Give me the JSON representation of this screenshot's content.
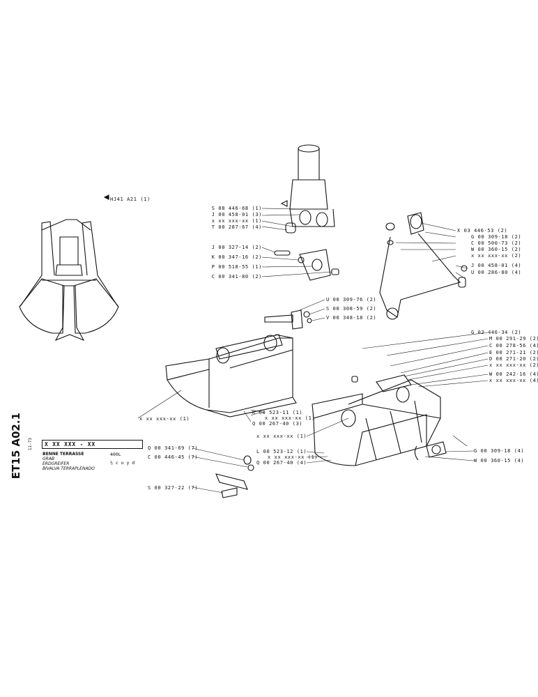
{
  "sheet": {
    "code": "ET15 A02.1",
    "date": "11-73",
    "part_number": "X XX XXX - XX",
    "names": [
      "BENNE TERRASSE",
      "GRAB",
      "ERDGREIFER",
      "BIVALVA TERRAPLENADO"
    ],
    "capacity": "400L",
    "size": "½ c u y d"
  },
  "ref_label": "HJ41 A21 (1)",
  "labels_top": [
    "S 08  446-68 (1)",
    "J 00  458-01 (3)",
    "x xx  xxx-xx (1)",
    "T 00  287-67 (4)"
  ],
  "labels_mid": [
    "J 00  327-14 (2)",
    "K 00  347-16 (2)",
    "P 00  518-55 (1)",
    "C 00  341-80 (2)"
  ],
  "labels_right": [
    "X 03  446-53 (2)",
    "G 00  309-18 (2)",
    "C 00  500-73 (2)",
    "W 00  360-15 (2)",
    "x xx  xxx-xx (2)",
    "J 00  458-01 (4)",
    "U 00  286-80 (4)"
  ],
  "labels_pin": [
    "U 00  309-76 (2)",
    "S 00  308-59 (2)",
    "V 00  348-18 (2)"
  ],
  "labels_right2": [
    "G 02  446-34 (2)",
    "M 00  291-29 (2)",
    "C 00  278-56 (4)",
    "E 00  271-21 (2)",
    "D 00  271-20 (2)",
    "x xx  xxx-xx (2)",
    "W 00  242-16 (4)",
    "x xx  xxx-xx (4)"
  ],
  "label_left_shell": "x xx  xxx-xx (1)",
  "labels_left_bottom": [
    "K 00  523-11 (1)",
    "x xx  xxx-xx (1)",
    "Q 00  267-40 (3)"
  ],
  "label_center": "x xx  xxx-xx (1)",
  "labels_center_bottom": [
    "L 00  523-12 (1)",
    "x xx  xxx-xx (1)",
    "Q 00  267-40 (4)"
  ],
  "labels_bolts": [
    "Q 00  341-69 (7)",
    "C 00  446-45 (7)",
    "S 00  327-22 (7)"
  ],
  "labels_right_bottom": [
    "G 00  309-18 (4)",
    "W 00  360-15 (4)"
  ]
}
